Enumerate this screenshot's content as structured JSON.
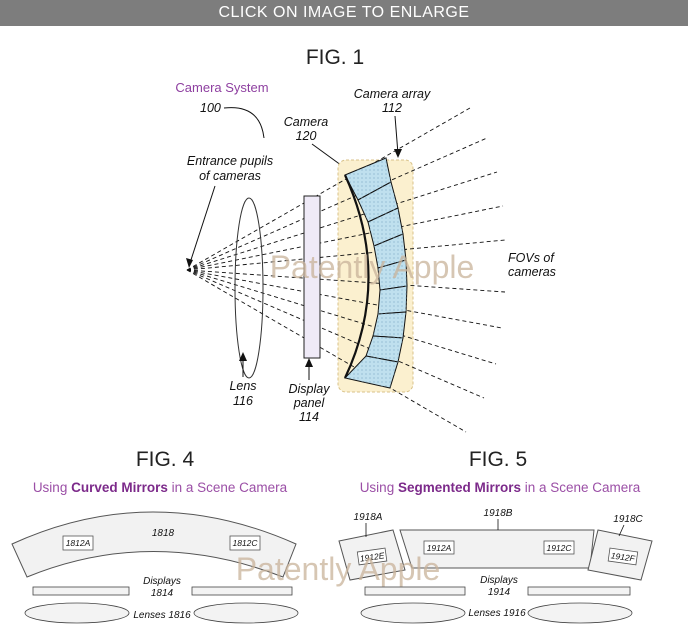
{
  "banner": "CLICK ON IMAGE TO ENLARGE",
  "watermark": "Patently Apple",
  "fig1": {
    "title": "FIG. 1",
    "camera_system": "Camera System",
    "label_100": "100",
    "entrance_line1": "Entrance pupils",
    "entrance_line2": "of cameras",
    "camera": "Camera",
    "camera_num": "120",
    "array": "Camera array",
    "array_num": "112",
    "fovs_line1": "FOVs of",
    "fovs_line2": "cameras",
    "lens": "Lens",
    "lens_num": "116",
    "display_line1": "Display",
    "display_line2": "panel",
    "display_num": "114"
  },
  "fig4": {
    "title": "FIG. 4",
    "sub_pre": "Using ",
    "sub_bold": "Curved Mirrors",
    "sub_post": " in a Scene Camera",
    "mirror": "1818",
    "box_left": "1812A",
    "box_right": "1812C",
    "displays": "Displays",
    "displays_num": "1814",
    "lenses": "Lenses 1816"
  },
  "fig5": {
    "title": "FIG. 5",
    "sub_pre": "Using ",
    "sub_bold": "Segmented Mirrors",
    "sub_post": " in a Scene Camera",
    "label_a": "1918A",
    "label_b": "1918B",
    "label_c": "1918C",
    "box_e": "1912E",
    "box_a": "1912A",
    "box_c": "1912C",
    "box_f": "1912F",
    "displays": "Displays",
    "displays_num": "1914",
    "lenses": "Lenses 1916"
  }
}
